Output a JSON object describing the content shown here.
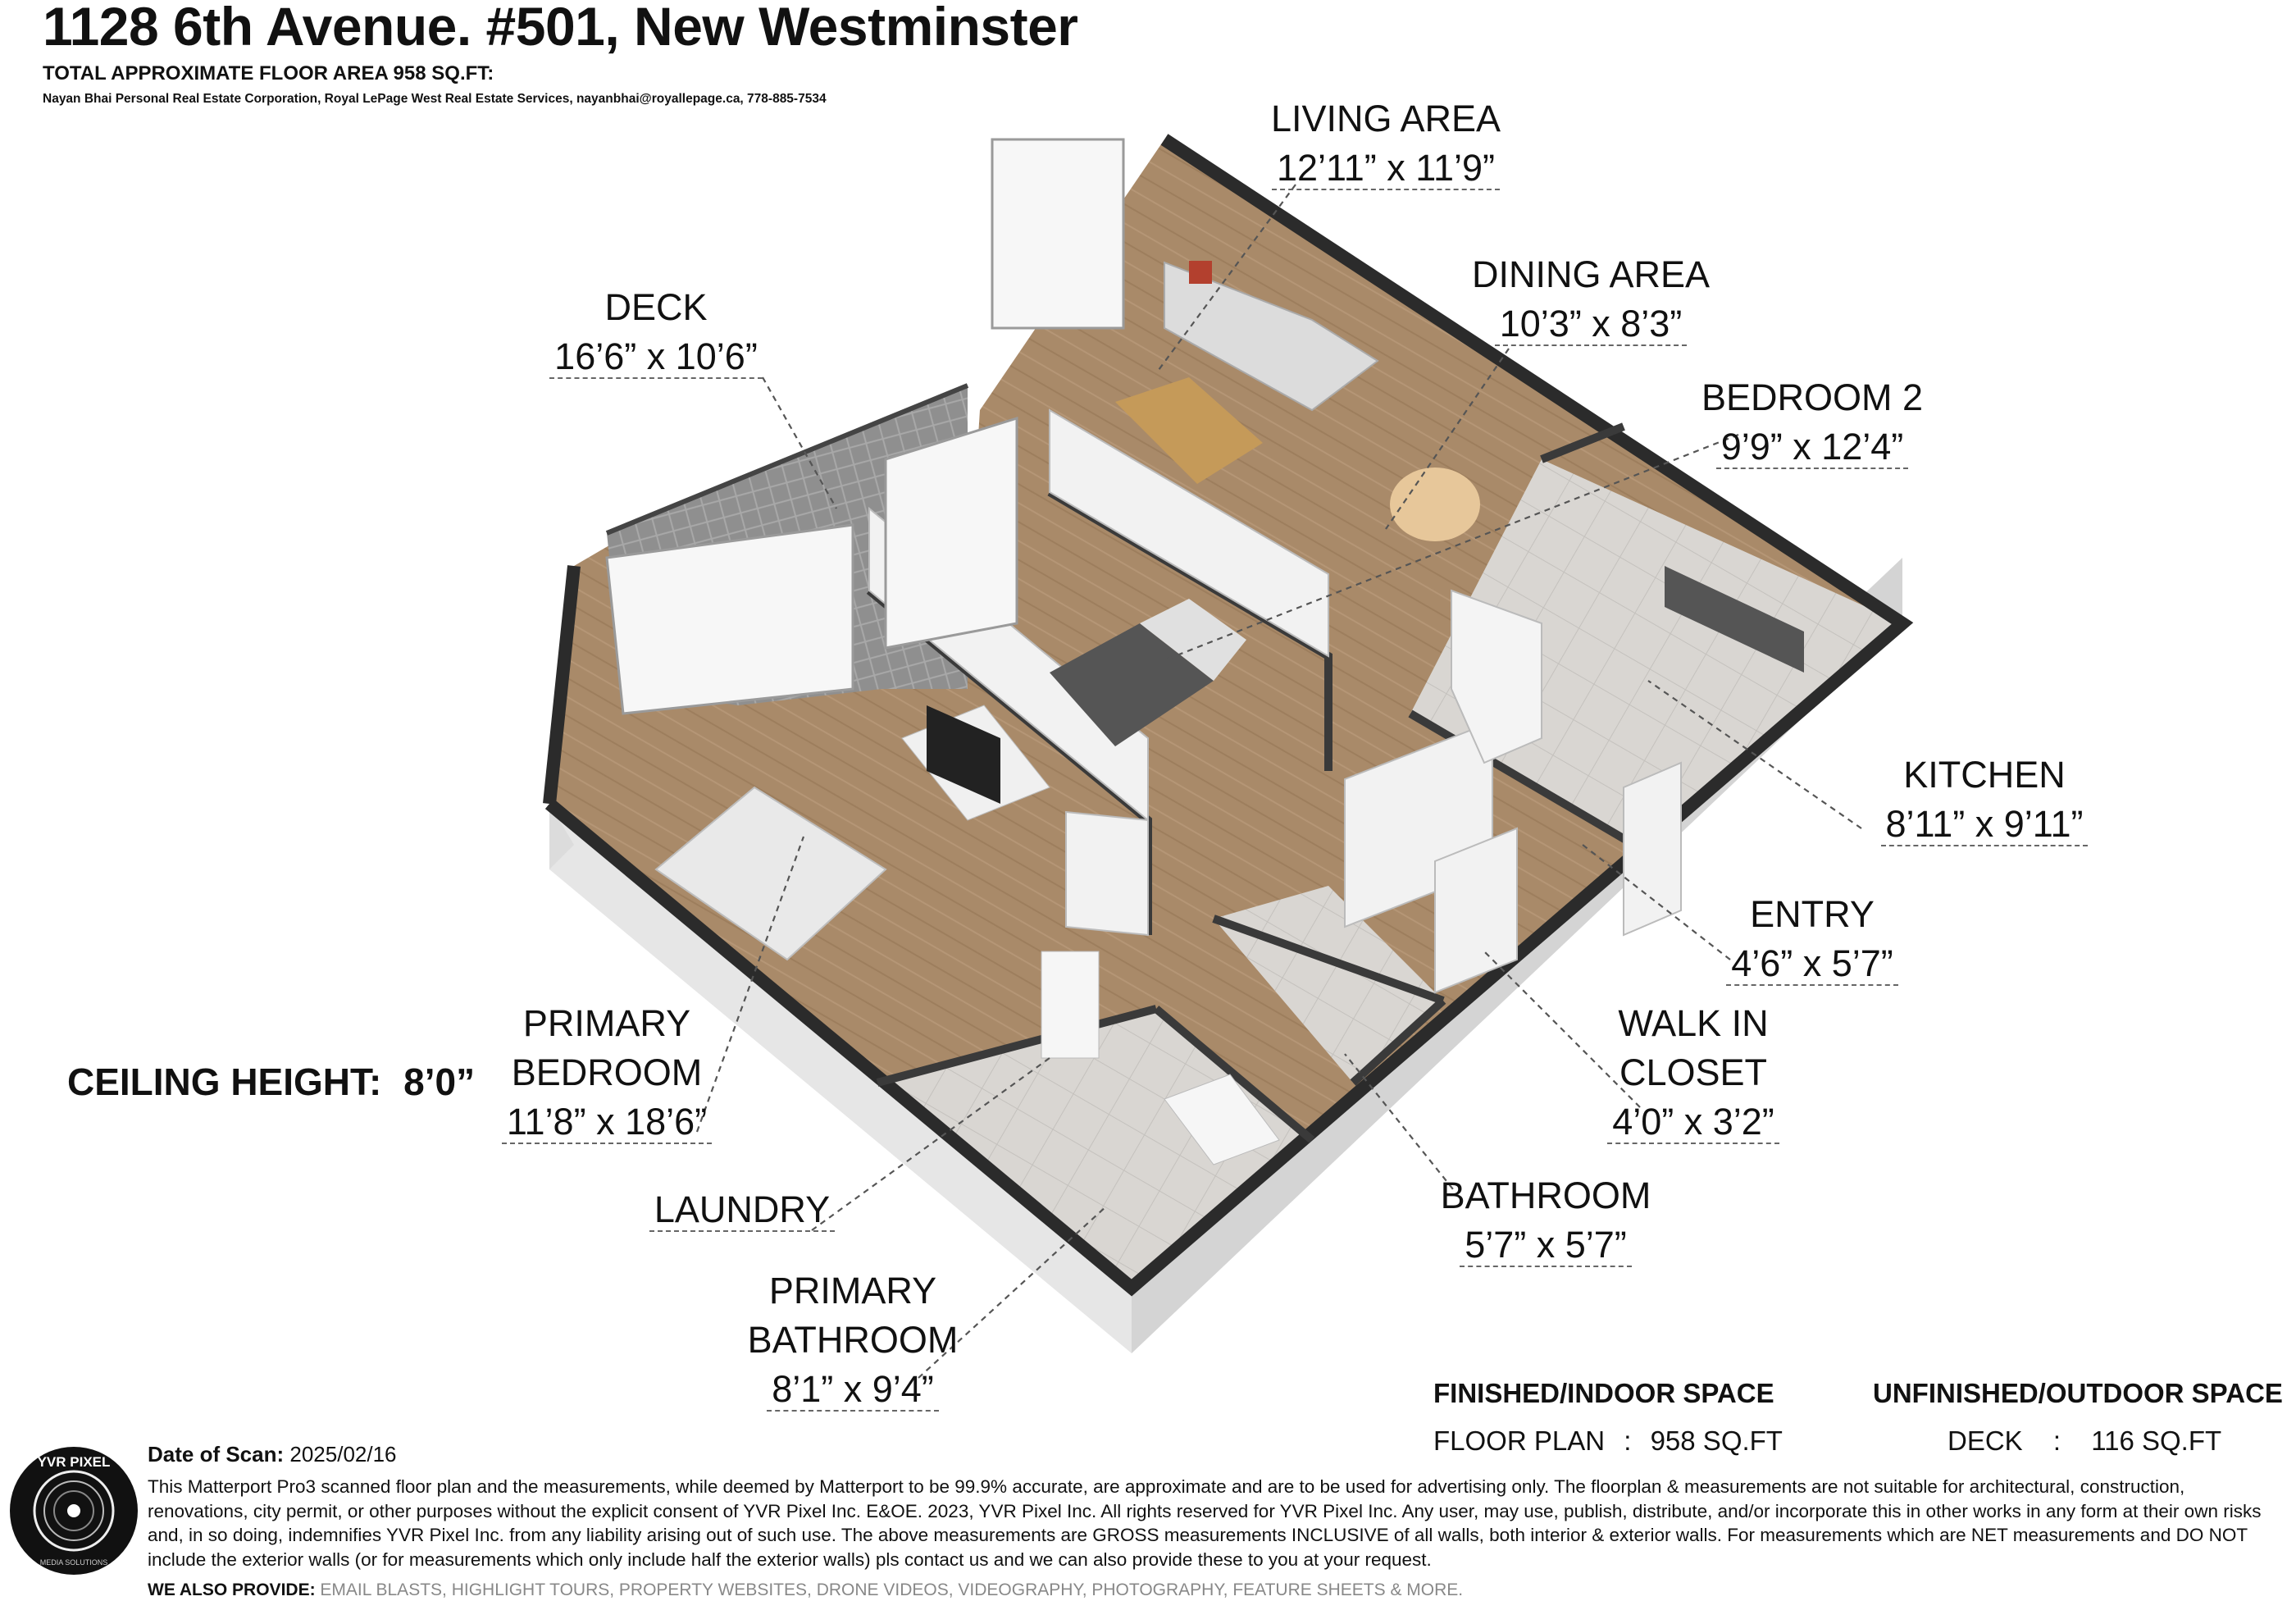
{
  "header": {
    "title": "1128 6th Avenue. #501, New Westminster",
    "total_area": "TOTAL APPROXIMATE FLOOR AREA 958 SQ.FT:",
    "agent": "Nayan Bhai Personal Real Estate Corporation, Royal LePage West Real Estate Services, nayanbhai@royallepage.ca, 778-885-7534"
  },
  "rooms": [
    {
      "id": "living-area",
      "name": "LIVING AREA",
      "dim": "12’11” x 11’9”"
    },
    {
      "id": "dining-area",
      "name": "DINING AREA",
      "dim": "10’3” x 8’3”"
    },
    {
      "id": "deck",
      "name": "DECK",
      "dim": "16’6” x 10’6”"
    },
    {
      "id": "bedroom-2",
      "name": "BEDROOM 2",
      "dim": "9’9” x 12’4”"
    },
    {
      "id": "kitchen",
      "name": "KITCHEN",
      "dim": "8’11” x 9’11”"
    },
    {
      "id": "entry",
      "name": "ENTRY",
      "dim": "4’6” x 5’7”"
    },
    {
      "id": "walk-in-closet",
      "name": "WALK IN CLOSET",
      "name_line1": "WALK IN",
      "name_line2": "CLOSET",
      "dim": "4’0” x 3’2”"
    },
    {
      "id": "primary-bedroom",
      "name": "PRIMARY BEDROOM",
      "name_line1": "PRIMARY",
      "name_line2": "BEDROOM",
      "dim": "11’8” x 18’6”"
    },
    {
      "id": "laundry",
      "name": "LAUNDRY",
      "dim": ""
    },
    {
      "id": "bathroom",
      "name": "BATHROOM",
      "dim": "5’7” x 5’7”"
    },
    {
      "id": "primary-bathroom",
      "name": "PRIMARY BATHROOM",
      "name_line1": "PRIMARY",
      "name_line2": "BATHROOM",
      "dim": "8’1” x 9’4”"
    }
  ],
  "ceiling": {
    "label": "CEILING HEIGHT:",
    "value": "8’0”"
  },
  "areas": {
    "finished_header": "FINISHED/INDOOR SPACE",
    "finished_label": "FLOOR PLAN",
    "finished_sep": ":",
    "finished_value": "958 SQ.FT",
    "unfinished_header": "UNFINISHED/OUTDOOR SPACE",
    "unfinished_label": "DECK",
    "unfinished_sep": ":",
    "unfinished_value": "116 SQ.FT"
  },
  "footer": {
    "scan_label": "Date of Scan:",
    "scan_date": "2025/02/16",
    "disclaimer": "This Matterport Pro3 scanned floor plan and the measurements, while deemed by Matterport to be 99.9% accurate, are approximate and are to be used for advertising only. The floorplan & measurements are not suitable for architectural, construction, renovations, city permit, or other purposes without the explicit consent of YVR Pixel Inc. E&OE. 2023, YVR Pixel Inc. All rights reserved for YVR Pixel Inc. Any user, may use, publish, distribute, and/or incorporate this in other works in any form at their own risks and, in so doing, indemnifies YVR Pixel Inc. from any liability arising out of such use. The above measurements are GROSS measurements INCLUSIVE of all walls, both interior & exterior walls. For measurements which are NET measurements and DO NOT include the exterior walls (or for measurements which only include half the exterior walls) pls contact us and we can also provide these to you at your request.",
    "provide_label": "WE ALSO PROVIDE:",
    "provide_list": "EMAIL BLASTS, HIGHLIGHT TOURS, PROPERTY WEBSITES, DRONE VIDEOS, VIDEOGRAPHY, PHOTOGRAPHY, FEATURE SHEETS & MORE."
  },
  "logo": {
    "text": "YVR PIXEL",
    "subtext": "MEDIA SOLUTIONS"
  },
  "colors": {
    "floor": "#a98a69",
    "wall": "#333333",
    "wall_face": "#e9e9e9",
    "deck": "#9a9a9a",
    "text": "#111111",
    "leader": "#555555"
  }
}
